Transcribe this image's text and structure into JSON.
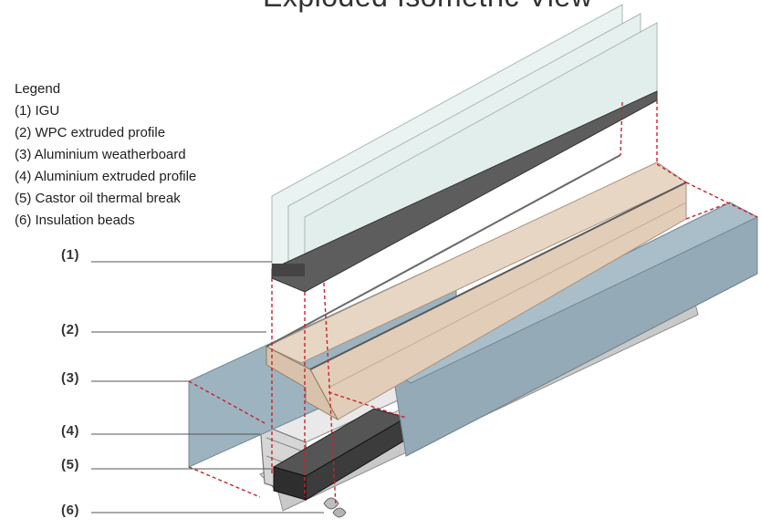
{
  "title": "Exploded Isometric View",
  "legend": {
    "heading": "Legend",
    "items": [
      "(1) IGU",
      "(2) WPC extruded profile",
      "(3) Aluminium weatherboard",
      "(4) Aluminium extruded profile",
      "(5) Castor oil thermal break",
      "(6) Insulation beads"
    ]
  },
  "callouts": [
    "(1)",
    "(2)",
    "(3)",
    "(4)",
    "(5)",
    "(6)"
  ],
  "colors": {
    "glass": "#e6f1ef",
    "wpc": "#e6d3bf",
    "weatherboard": "#95adb9",
    "aluminium": "#d3d3d3",
    "thermal_break": "#3c3c3c",
    "guide_lines": "#c4262e"
  }
}
